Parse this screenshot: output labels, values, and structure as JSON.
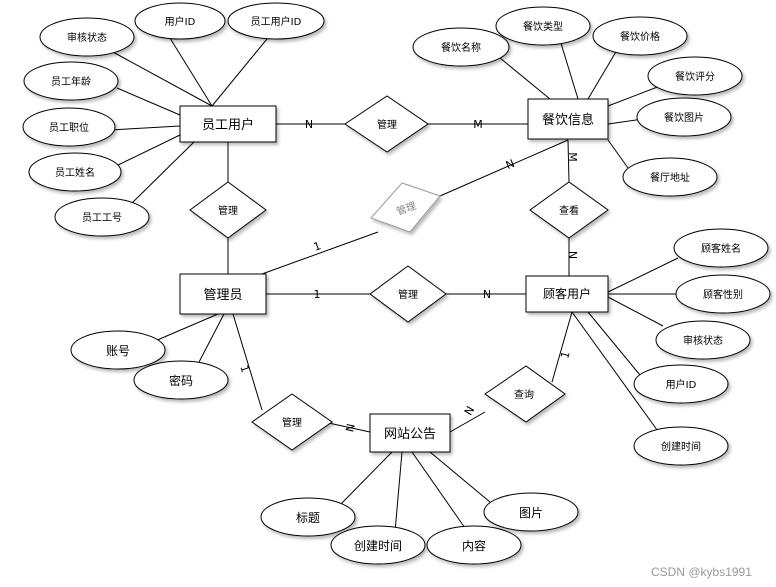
{
  "diagram": {
    "entities": {
      "employee_user": "员工用户",
      "dining_info": "餐饮信息",
      "admin": "管理员",
      "customer_user": "顾客用户",
      "site_notice": "网站公告"
    },
    "relationships": {
      "rel_manage_emp_dining": "管理",
      "rel_manage_emp_admin": "管理",
      "rel_manage_admin_dining": "管理",
      "rel_view": "查看",
      "rel_manage_admin_customer": "管理",
      "rel_query": "查询",
      "rel_manage_admin_notice": "管理"
    },
    "attributes": {
      "emp_review_status": "审核状态",
      "emp_user_id": "用户ID",
      "emp_staff_user_id": "员工用户ID",
      "emp_age": "员工年龄",
      "emp_position": "员工职位",
      "emp_name": "员工姓名",
      "emp_number": "员工工号",
      "dining_name": "餐饮名称",
      "dining_type": "餐饮类型",
      "dining_price": "餐饮价格",
      "dining_rating": "餐饮评分",
      "dining_image": "餐饮图片",
      "dining_address": "餐厅地址",
      "admin_account": "账号",
      "admin_password": "密码",
      "cust_name": "顾客姓名",
      "cust_gender": "顾客性别",
      "cust_review_status": "审核状态",
      "cust_user_id": "用户ID",
      "cust_created_time": "创建时间",
      "notice_title": "标题",
      "notice_created_time": "创建时间",
      "notice_content": "内容",
      "notice_image": "图片"
    },
    "cardinalities": {
      "emp_dining_n": "N",
      "emp_dining_m": "M",
      "admin_dining_1": "1",
      "admin_dining_n": "N",
      "dining_view_m": "M",
      "view_customer_n": "N",
      "admin_customer_1": "1",
      "admin_customer_n": "N",
      "admin_notice_1": "1",
      "notice_admin_n": "N",
      "notice_query_n": "N",
      "query_customer_1": "1"
    }
  },
  "watermark": "CSDN @kybs1991"
}
